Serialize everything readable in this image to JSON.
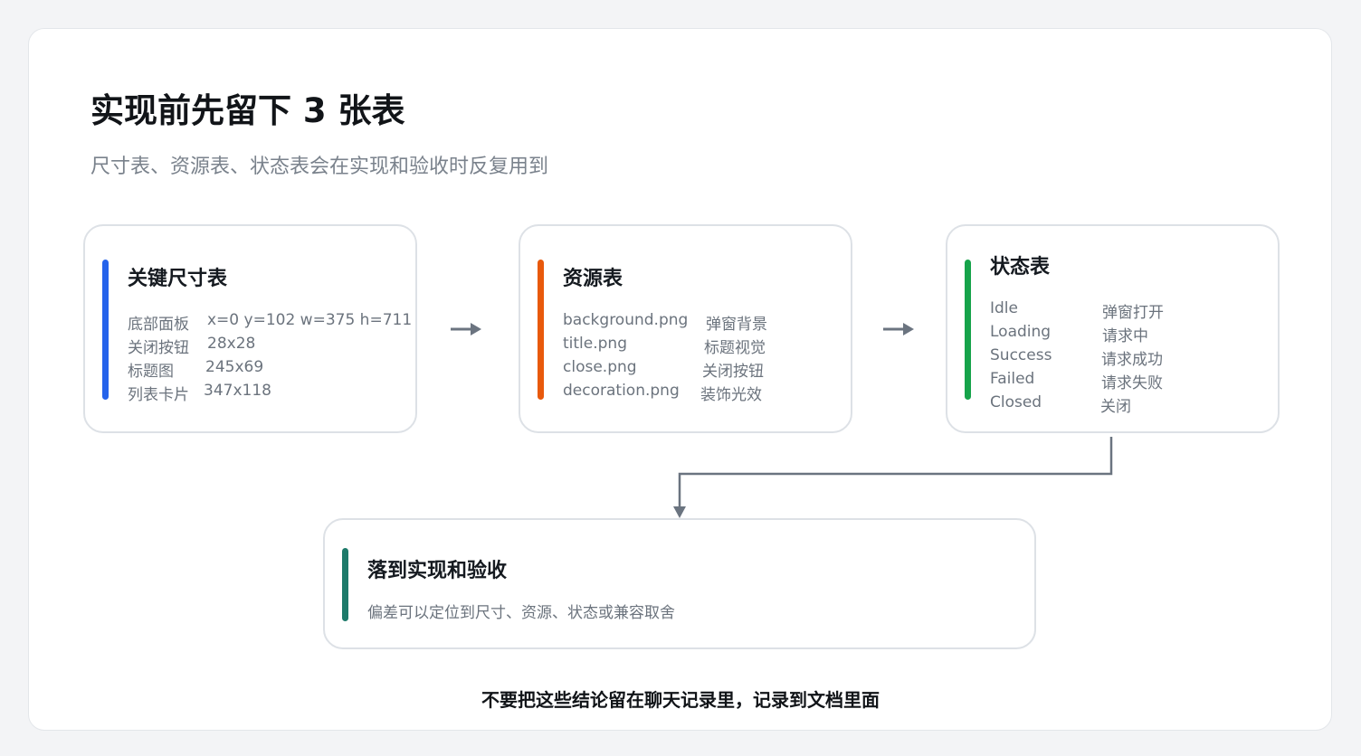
{
  "title": "实现前先留下 3 张表",
  "subtitle": "尺寸表、资源表、状态表会在实现和验收时反复用到",
  "colors": {
    "size_accent": "#2563eb",
    "resource_accent": "#e8590c",
    "state_accent": "#16a34a",
    "dest_accent": "#1d7a6a",
    "connector": "#6b7480"
  },
  "size_table": {
    "title": "关键尺寸表",
    "rows": [
      {
        "name": "底部面板",
        "value": "x=0 y=102 w=375 h=711"
      },
      {
        "name": "关闭按钮",
        "value": "28x28"
      },
      {
        "name": "标题图",
        "value": "245x69"
      },
      {
        "name": "列表卡片",
        "value": "347x118"
      }
    ]
  },
  "resource_table": {
    "title": "资源表",
    "rows": [
      {
        "name": "background.png",
        "value": "弹窗背景"
      },
      {
        "name": "title.png",
        "value": "标题视觉"
      },
      {
        "name": "close.png",
        "value": "关闭按钮"
      },
      {
        "name": "decoration.png",
        "value": "装饰光效"
      }
    ]
  },
  "state_table": {
    "title": "状态表",
    "rows": [
      {
        "name": "Idle",
        "value": "弹窗打开"
      },
      {
        "name": "Loading",
        "value": "请求中"
      },
      {
        "name": "Success",
        "value": "请求成功"
      },
      {
        "name": "Failed",
        "value": "请求失败"
      },
      {
        "name": "Closed",
        "value": "关闭"
      }
    ]
  },
  "destination": {
    "title": "落到实现和验收",
    "description": "偏差可以定位到尺寸、资源、状态或兼容取舍"
  },
  "footer": "不要把这些结论留在聊天记录里，记录到文档里面"
}
